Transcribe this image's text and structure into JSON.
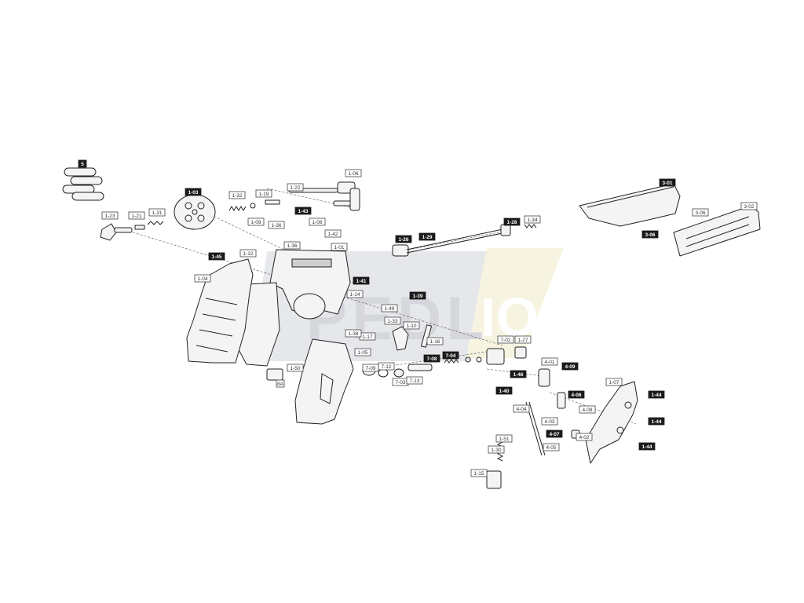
{
  "watermark": {
    "text_left": "PEDL",
    "text_right": "IO"
  },
  "callouts": [
    {
      "id": "1-01",
      "dark": false
    },
    {
      "id": "1-03",
      "dark": true
    },
    {
      "id": "1-04",
      "dark": false
    },
    {
      "id": "1-05",
      "dark": false
    },
    {
      "id": "1-06",
      "dark": false
    },
    {
      "id": "1-07",
      "dark": false
    },
    {
      "id": "1-08",
      "dark": false
    },
    {
      "id": "1-09",
      "dark": false
    },
    {
      "id": "1-10",
      "dark": false
    },
    {
      "id": "1-12",
      "dark": false
    },
    {
      "id": "1-14",
      "dark": false
    },
    {
      "id": "1-15",
      "dark": false
    },
    {
      "id": "1-16",
      "dark": false
    },
    {
      "id": "1-17",
      "dark": false
    },
    {
      "id": "1-19",
      "dark": false
    },
    {
      "id": "1-21",
      "dark": false
    },
    {
      "id": "1-22",
      "dark": false
    },
    {
      "id": "1-23",
      "dark": false
    },
    {
      "id": "1-26",
      "dark": true
    },
    {
      "id": "1-27",
      "dark": false
    },
    {
      "id": "1-28",
      "dark": true
    },
    {
      "id": "1-29",
      "dark": true
    },
    {
      "id": "1-30",
      "dark": false
    },
    {
      "id": "1-31",
      "dark": false
    },
    {
      "id": "1-32",
      "dark": false
    },
    {
      "id": "1-33",
      "dark": false
    },
    {
      "id": "1-34",
      "dark": false
    },
    {
      "id": "1-36",
      "dark": false
    },
    {
      "id": "1-36",
      "dark": false
    },
    {
      "id": "1-38",
      "dark": false
    },
    {
      "id": "1-39",
      "dark": true
    },
    {
      "id": "1-40",
      "dark": true
    },
    {
      "id": "1-41",
      "dark": true
    },
    {
      "id": "1-42",
      "dark": false
    },
    {
      "id": "1-43",
      "dark": true
    },
    {
      "id": "1-44",
      "dark": true
    },
    {
      "id": "1-44",
      "dark": true
    },
    {
      "id": "1-44",
      "dark": true
    },
    {
      "id": "1-45",
      "dark": true
    },
    {
      "id": "1-46",
      "dark": true
    },
    {
      "id": "1-49",
      "dark": false
    },
    {
      "id": "1-50",
      "dark": false
    },
    {
      "id": "1-51",
      "dark": false
    },
    {
      "id": "3-01",
      "dark": true
    },
    {
      "id": "3-02",
      "dark": false
    },
    {
      "id": "3-06",
      "dark": false
    },
    {
      "id": "3-06",
      "dark": true
    },
    {
      "id": "4-01",
      "dark": false
    },
    {
      "id": "4-02",
      "dark": false
    },
    {
      "id": "4-03",
      "dark": false
    },
    {
      "id": "4-04",
      "dark": false
    },
    {
      "id": "4-05",
      "dark": false
    },
    {
      "id": "4-06",
      "dark": true
    },
    {
      "id": "4-07",
      "dark": true
    },
    {
      "id": "4-08",
      "dark": false
    },
    {
      "id": "4-09",
      "dark": true
    },
    {
      "id": "5",
      "dark": true
    },
    {
      "id": "7-02",
      "dark": false
    },
    {
      "id": "7-03",
      "dark": false
    },
    {
      "id": "7-04",
      "dark": true
    },
    {
      "id": "7-08",
      "dark": true
    },
    {
      "id": "7-09",
      "dark": false
    },
    {
      "id": "7-12",
      "dark": false
    },
    {
      "id": "7-13",
      "dark": false
    },
    {
      "id": "8A",
      "dark": false
    }
  ]
}
